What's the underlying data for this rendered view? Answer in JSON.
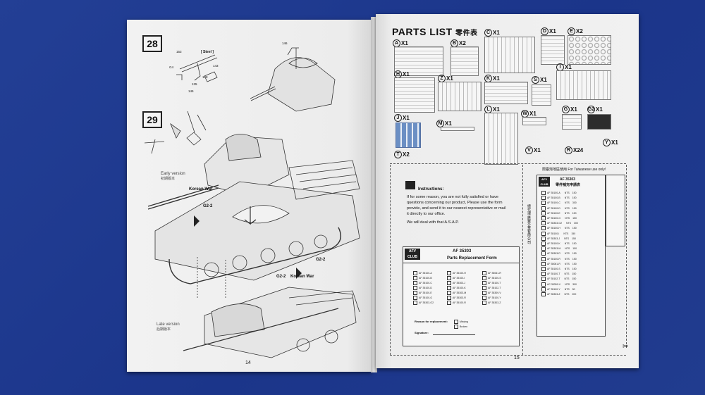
{
  "left_page": {
    "steps": [
      "28",
      "29"
    ],
    "labels": {
      "steel": "[ Steel ]",
      "early_version_en": "Early version",
      "early_version_zh": "初期版本",
      "late_version_en": "Late version",
      "late_version_zh": "后期版本",
      "korean_war_top": "Korean War",
      "korean_war_bottom": "Korean War",
      "g2_2_top": "G2-2",
      "g2_2_mid": "G2-2",
      "g2_2_bottom": "G2-2"
    },
    "part_numbers": [
      "153",
      "G4",
      "146",
      "143",
      "148",
      "135",
      "145"
    ],
    "page_number": "14"
  },
  "right_page": {
    "title_en": "PARTS LIST",
    "title_zh": "零件表",
    "sprues": [
      {
        "letter": "A",
        "count": "X1"
      },
      {
        "letter": "B",
        "count": "X2"
      },
      {
        "letter": "C",
        "count": "X1"
      },
      {
        "letter": "D",
        "count": "X1"
      },
      {
        "letter": "E",
        "count": "X2"
      },
      {
        "letter": "H",
        "count": "X1"
      },
      {
        "letter": "Z",
        "count": "X1"
      },
      {
        "letter": "K",
        "count": "X1"
      },
      {
        "letter": "S",
        "count": "X1"
      },
      {
        "letter": "I",
        "count": "X1"
      },
      {
        "letter": "J",
        "count": "X1"
      },
      {
        "letter": "M",
        "count": "X1"
      },
      {
        "letter": "L",
        "count": "X1"
      },
      {
        "letter": "W",
        "count": "X1"
      },
      {
        "letter": "G",
        "count": "X1"
      },
      {
        "letter": "G2",
        "count": "X1"
      },
      {
        "letter": "T",
        "count": "X2"
      },
      {
        "letter": "Y",
        "count": "X1"
      },
      {
        "letter": "V",
        "count": "X1"
      },
      {
        "letter": "R",
        "count": "X24"
      }
    ],
    "instructions": {
      "heading": "Instructions:",
      "lines": [
        "If for some reason, you are not fully satisfied or have",
        "questions concerning our product, Please use the form",
        "provide, and send it to our nearest representative or mail",
        "it directly to our office."
      ],
      "closing": "We will deal with that A.S.A.P."
    },
    "form": {
      "code": "AF 35303",
      "title": "Parts Replacement Form",
      "items_col1": [
        "AF 35100-A",
        "AF 35100-B",
        "AF 35100-C",
        "AF 35100-D",
        "AF 35100-E",
        "AF 35100-G",
        "AF 35303-G2"
      ],
      "items_col2": [
        "AF 35100-H",
        "AF 35100-I",
        "AF 35303-J",
        "AF 35100-K",
        "AF 35303-M",
        "AF 35303-R",
        "AF 35100-R"
      ],
      "items_col3": [
        "AF 35061-R",
        "AF 35100-S",
        "AF 35100-T",
        "AF 35102-T",
        "AF 35309-V",
        "AF 35100-Y",
        "AF 35303-Z"
      ],
      "reason_label": "Reason for replacement:",
      "missing": "Missing",
      "broken": "Broken",
      "signature": "Signature:"
    },
    "taiwan": {
      "header": "限臺灣地區使用 For Taiwanese use only!",
      "code": "AF 35303",
      "title_zh": "零件補充申請表",
      "side_text": "總代理 鷹翼企業有限公司",
      "items": [
        "AF 35100-A",
        "AF 35100-B",
        "AF 35100-C",
        "AF 35100-D",
        "AF 35100-E",
        "AF 35100-G",
        "AF 35303-G2",
        "AF 35100-H",
        "AF 35100-I",
        "AF 35303-J",
        "AF 35100-K",
        "AF 35303-M",
        "AF 35303-R",
        "AF 35100-R",
        "AF 35061-R",
        "AF 35100-S",
        "AF 35100-T",
        "AF 35102-T",
        "AC 35309-V",
        "AF 35100-Y",
        "AF 35303-Z"
      ],
      "prices": [
        "150",
        "150",
        "300",
        "150",
        "150",
        "150",
        "300",
        "150",
        "150",
        "150",
        "150",
        "150",
        "150",
        "150",
        "150",
        "150",
        "150",
        "150",
        "300",
        "50",
        "200"
      ],
      "currency": "NTS"
    },
    "page_number": "15"
  },
  "colors": {
    "background": "#1f3a8c",
    "page": "#efefef",
    "ink": "#111111",
    "decal_blue": "#6b8fc4"
  }
}
